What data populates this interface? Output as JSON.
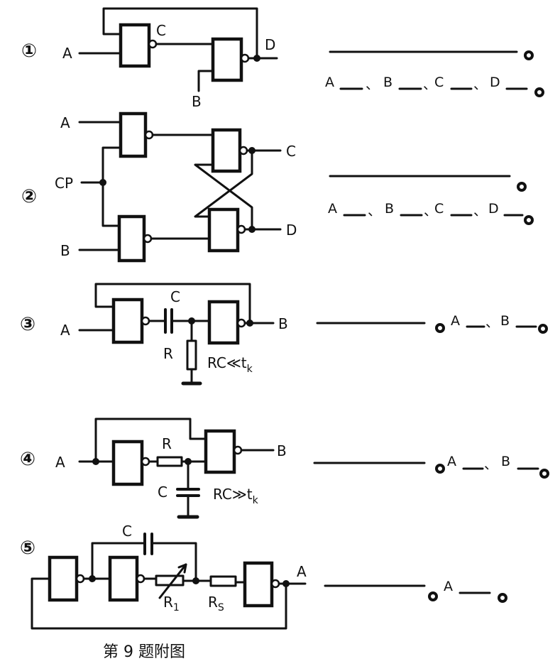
{
  "circuits": [
    {
      "number": "①",
      "labels": {
        "A": "A",
        "B": "B",
        "C": "C",
        "D": "D"
      },
      "answer": {
        "a": "A",
        "b": "B",
        "c": "C",
        "d": "D"
      }
    },
    {
      "number": "②",
      "labels": {
        "A": "A",
        "B": "B",
        "CP": "CP",
        "C": "C",
        "D": "D"
      },
      "answer": {
        "a": "A",
        "b": "B",
        "c": "C",
        "d": "D"
      }
    },
    {
      "number": "③",
      "labels": {
        "A": "A",
        "B": "B",
        "C": "C",
        "R": "R",
        "note": "RC≪t",
        "note_sub": "k"
      },
      "answer": {
        "a": "A",
        "b": "B"
      }
    },
    {
      "number": "④",
      "labels": {
        "A": "A",
        "B": "B",
        "C": "C",
        "R": "R",
        "note": "RC≫t",
        "note_sub": "k"
      },
      "answer": {
        "a": "A",
        "b": "B"
      }
    },
    {
      "number": "⑤",
      "labels": {
        "A": "A",
        "C": "C",
        "R1": "R",
        "R1_sub": "1",
        "Rs": "R",
        "Rs_sub": "S"
      },
      "answer": {
        "a": "A"
      }
    }
  ],
  "caption": "第 9 题附图",
  "colors": {
    "ink": "#111111",
    "paper": "#ffffff"
  }
}
